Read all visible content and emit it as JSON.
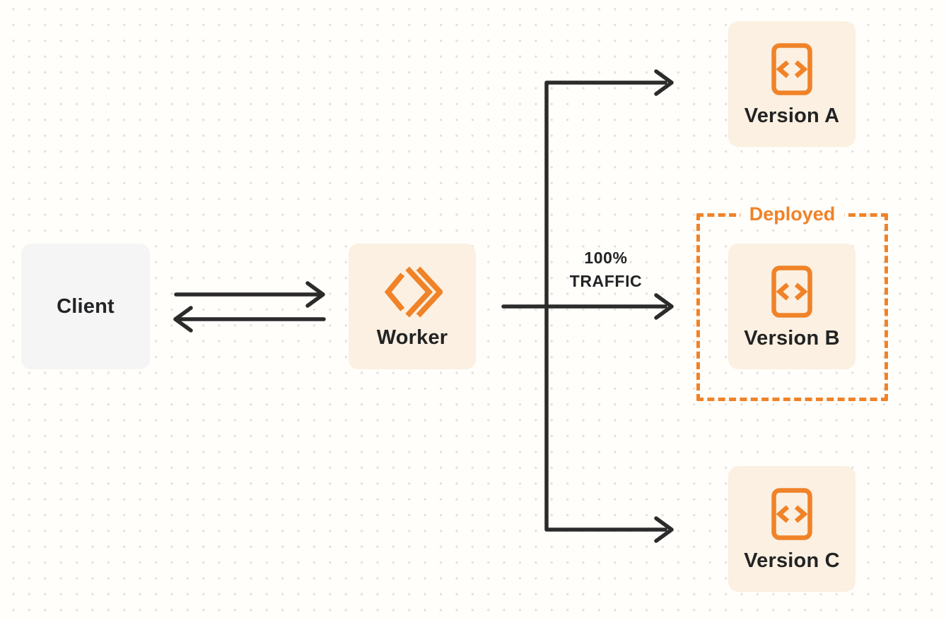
{
  "diagram": {
    "title": "worker-versions-routing-diagram",
    "nodes": {
      "client": {
        "label": "Client"
      },
      "worker": {
        "label": "Worker",
        "icon": "workers-logo-icon"
      },
      "version_a": {
        "label": "Version A",
        "icon": "code-file-icon"
      },
      "version_b": {
        "label": "Version B",
        "icon": "code-file-icon"
      },
      "version_c": {
        "label": "Version C",
        "icon": "code-file-icon"
      }
    },
    "deployed_group": {
      "label": "Deployed"
    },
    "traffic": {
      "line1": "100%",
      "line2": "TRAFFIC"
    },
    "edges": [
      {
        "from": "client",
        "to": "worker",
        "direction": "right"
      },
      {
        "from": "worker",
        "to": "client",
        "direction": "left"
      },
      {
        "from": "worker",
        "to": "version_a"
      },
      {
        "from": "worker",
        "to": "version_b",
        "label": "100% TRAFFIC"
      },
      {
        "from": "worker",
        "to": "version_c"
      }
    ],
    "colors": {
      "accent_orange": "#f08228",
      "node_cream_bg": "#fbf0e1",
      "node_gray_bg": "#f5f5f6",
      "arrow": "#2b2b2b",
      "text": "#222324",
      "canvas_bg": "#fffefb",
      "grid_dot": "#e3e1de"
    }
  }
}
